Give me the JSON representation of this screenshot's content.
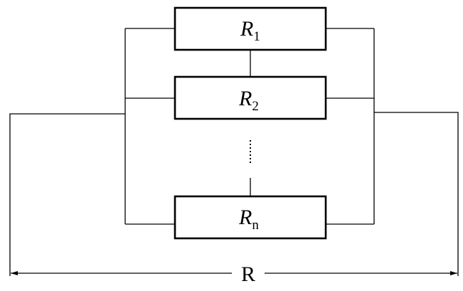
{
  "resistors": [
    {
      "main": "R",
      "sub": "1"
    },
    {
      "main": "R",
      "sub": "2"
    },
    {
      "main": "R",
      "sub": "n"
    }
  ],
  "total_label": "R"
}
